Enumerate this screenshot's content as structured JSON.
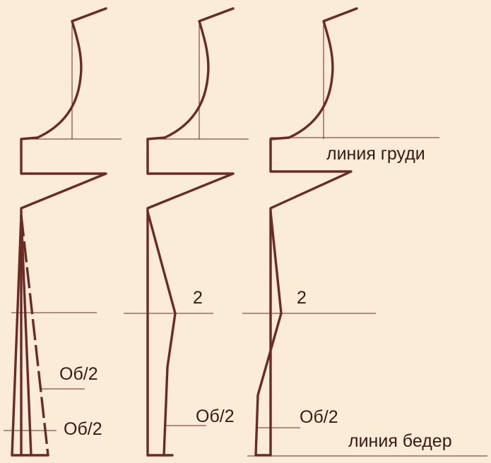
{
  "labels": {
    "bust_line": "линия груди",
    "hip_line": "линия бедер",
    "measure_1": "2",
    "measure_2": "2",
    "half_girth_1a": "Об/2",
    "half_girth_1b": "Об/2",
    "half_girth_2": "Об/2",
    "half_girth_3": "Об/2"
  },
  "colors": {
    "background": "#fbecd8",
    "line": "#6b2a24",
    "text": "#3b1816"
  }
}
